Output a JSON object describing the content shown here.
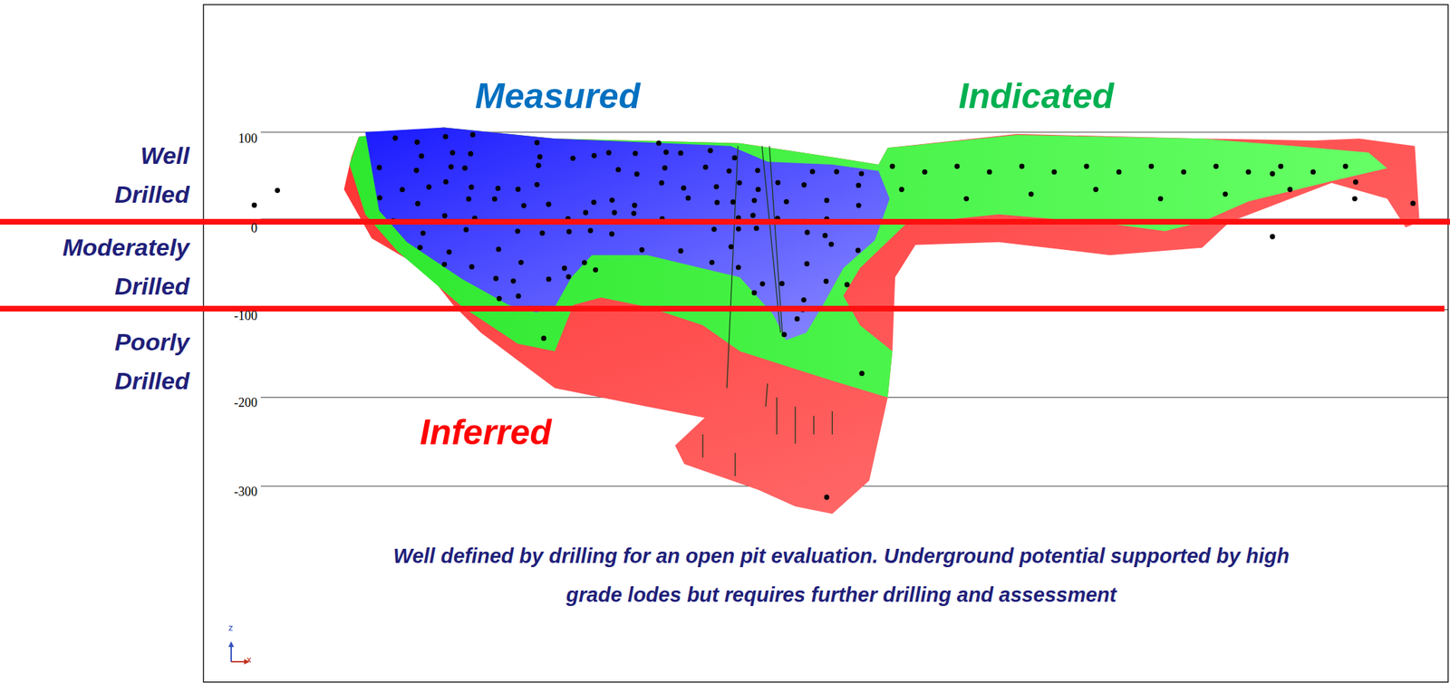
{
  "diagram": {
    "caption": "Well defined by drilling for an open pit evaluation. Underground potential supported by high grade lodes but requires further drilling and assessment",
    "labels": [
      "Measured",
      "Indicated",
      "Well Drilled",
      "Moderately Drilled",
      "Poorly Drilled",
      "100",
      "0",
      "-100",
      "-200",
      "-300",
      "Inferred",
      "z",
      "x"
    ]
  }
}
